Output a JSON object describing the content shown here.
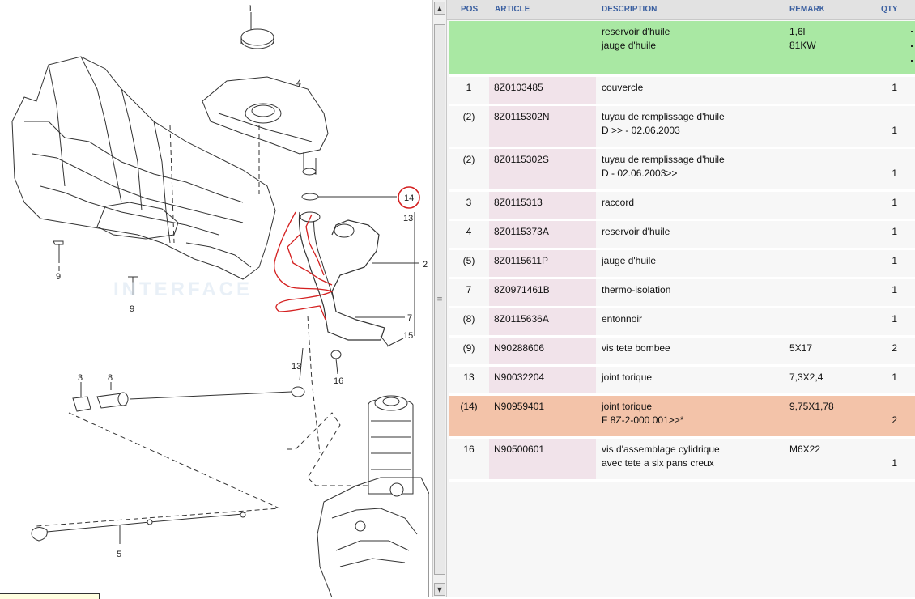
{
  "diagram": {
    "callouts": [
      "1",
      "4",
      "14",
      "13",
      "2",
      "7",
      "15",
      "9",
      "9",
      "13",
      "16",
      "3",
      "8",
      "5"
    ],
    "watermark": "INTERFACE"
  },
  "table": {
    "headers": {
      "pos": "POS",
      "article": "ARTICLE",
      "description": "DESCRIPTION",
      "remark": "REMARK",
      "qty": "QTY"
    },
    "summary": {
      "desc1": "reservoir d'huile",
      "desc2": "jauge d'huile",
      "rem1": "1,6l",
      "rem2": "81KW"
    },
    "rows": [
      {
        "pos": "1",
        "article": "8Z0103485",
        "desc": [
          "couvercle"
        ],
        "remark": "",
        "qty": "1"
      },
      {
        "pos": "(2)",
        "article": "8Z0115302N",
        "desc": [
          "tuyau de remplissage d'huile",
          "D           >> - 02.06.2003"
        ],
        "remark": "",
        "qty": "1"
      },
      {
        "pos": "(2)",
        "article": "8Z0115302S",
        "desc": [
          "tuyau de remplissage d'huile",
          "D - 02.06.2003>>"
        ],
        "remark": "",
        "qty": "1"
      },
      {
        "pos": "3",
        "article": "8Z0115313",
        "desc": [
          "raccord"
        ],
        "remark": "",
        "qty": "1"
      },
      {
        "pos": "4",
        "article": "8Z0115373A",
        "desc": [
          "reservoir d'huile"
        ],
        "remark": "",
        "qty": "1"
      },
      {
        "pos": "(5)",
        "article": "8Z0115611P",
        "desc": [
          "jauge d'huile"
        ],
        "remark": "",
        "qty": "1"
      },
      {
        "pos": "7",
        "article": "8Z0971461B",
        "desc": [
          "thermo-isolation"
        ],
        "remark": "",
        "qty": "1"
      },
      {
        "pos": "(8)",
        "article": "8Z0115636A",
        "desc": [
          "entonnoir"
        ],
        "remark": "",
        "qty": "1"
      },
      {
        "pos": "(9)",
        "article": "N90288606",
        "desc": [
          "vis tete bombee"
        ],
        "remark": "5X17",
        "qty": "2"
      },
      {
        "pos": "13",
        "article": "N90032204",
        "desc": [
          "joint torique"
        ],
        "remark": "7,3X2,4",
        "qty": "1"
      },
      {
        "pos": "(14)",
        "article": "N90959401",
        "desc": [
          "joint torique",
          "F 8Z-2-000 001>>*"
        ],
        "remark": "9,75X1,78",
        "qty": "2"
      },
      {
        "pos": "16",
        "article": "N90500601",
        "desc": [
          "vis d'assemblage cylidrique",
          "avec tete a six pans creux"
        ],
        "remark": "M6X22",
        "qty": "1"
      }
    ]
  }
}
